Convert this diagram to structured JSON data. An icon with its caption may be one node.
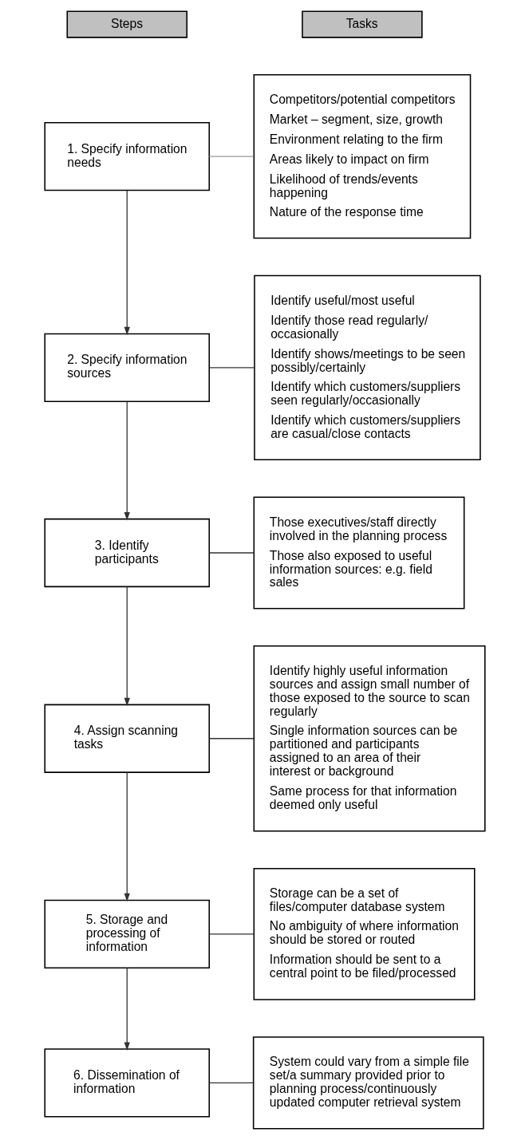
{
  "diagram": {
    "nodes": [
      {
        "text": [
          "Steps"
        ]
      },
      {
        "text": [
          "Tasks"
        ]
      },
      {
        "text": [
          "1. Specify information needs"
        ]
      },
      {
        "text": [
          "Competitors/potential competitors",
          "Market – segment, size, growth",
          "Environment relating to the firm",
          "Areas likely to impact on firm",
          "Likelihood of trends/events happening",
          "Nature of the response time"
        ]
      },
      {
        "text": [
          "2. Specify information sources"
        ]
      },
      {
        "text": [
          "Identify useful/most useful",
          "Identify those read regularly/ occasionally",
          "Identify shows/meetings to be seen possibly/certainly",
          "Identify which customers/suppliers seen regularly/occasionally",
          "Identify which customers/suppliers are casual/close contacts"
        ]
      },
      {
        "text": [
          "3. Identify participants"
        ]
      },
      {
        "text": [
          "Those executives/staff directly involved in the planning process",
          "Those also exposed to useful information sources: e.g. field sales"
        ]
      },
      {
        "text": [
          "4. Assign scanning tasks"
        ]
      },
      {
        "text": [
          "Identify highly useful information sources and assign small number of those exposed to the source to scan regularly",
          "Single information sources can be partitioned and participants assigned to an area of their interest or background",
          "Same process for that information deemed only useful"
        ]
      },
      {
        "text": [
          "5. Storage and processing of information"
        ]
      },
      {
        "text": [
          "Storage can be a set of files/computer database system",
          "No ambiguity of where information should be stored or routed",
          "Information should be sent to a central point to be filed/processed"
        ]
      },
      {
        "text": [
          "6. Dissemination of information"
        ]
      },
      {
        "text": [
          "System could vary from a simple file set/a summary provided prior to planning process/continuously updated computer retrieval system"
        ]
      }
    ],
    "edges": [
      {
        "from": 2,
        "to": 3,
        "arrow": "none",
        "color": "#999999"
      },
      {
        "from": 2,
        "to": 4,
        "arrow": "to"
      },
      {
        "from": 4,
        "to": 5,
        "arrow": "none"
      },
      {
        "from": 4,
        "to": 6,
        "arrow": "to"
      },
      {
        "from": 6,
        "to": 7,
        "arrow": "none"
      },
      {
        "from": 6,
        "to": 8,
        "arrow": "to"
      },
      {
        "from": 8,
        "to": 9,
        "arrow": "none"
      },
      {
        "from": 8,
        "to": 10,
        "arrow": "to"
      },
      {
        "from": 10,
        "to": 11,
        "arrow": "none"
      },
      {
        "from": 10,
        "to": 12,
        "arrow": "to"
      },
      {
        "from": 12,
        "to": 13,
        "arrow": "none"
      }
    ]
  }
}
